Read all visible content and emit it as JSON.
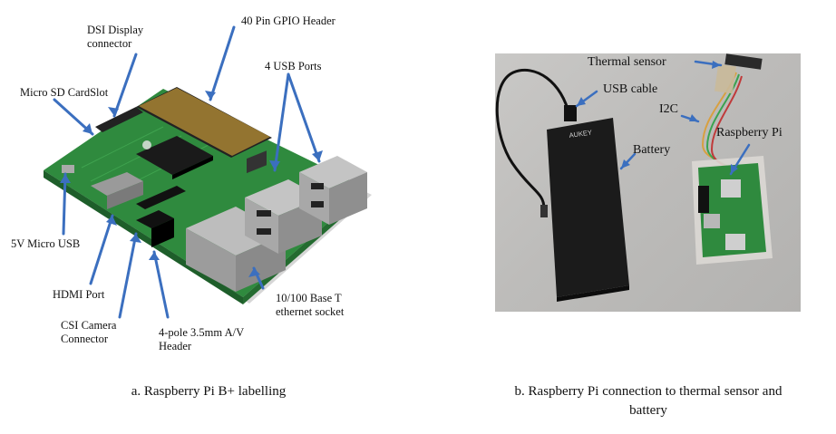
{
  "panel_a": {
    "labels": {
      "dsi_line1": "DSI Display",
      "dsi_line2": "connector",
      "gpio": "40 Pin GPIO Header",
      "usb4": "4 USB Ports",
      "microsd": "Micro SD CardSlot",
      "micro_usb": "5V Micro USB",
      "hdmi": "HDMI Port",
      "csi_line1": "CSI Camera",
      "csi_line2": "Connector",
      "av_line1": "4-pole 3.5mm A/V",
      "av_line2": "Header",
      "eth_line1": "10/100 Base T",
      "eth_line2": "ethernet socket"
    },
    "caption": "a. Raspberry Pi B+ labelling"
  },
  "panel_b": {
    "labels": {
      "thermal": "Thermal sensor",
      "usb_cable": "USB cable",
      "i2c": "I2C",
      "battery": "Battery",
      "rpi": "Raspberry Pi",
      "brand": "AUKEY"
    },
    "caption_line1": "b. Raspberry Pi connection to thermal sensor and",
    "caption_line2": "battery"
  },
  "colors": {
    "arrow_a": "#3b6fbf",
    "arrow_b": "#3b6fbf",
    "pcb_green": "#2f8a3e",
    "battery_black": "#1b1b1b"
  }
}
